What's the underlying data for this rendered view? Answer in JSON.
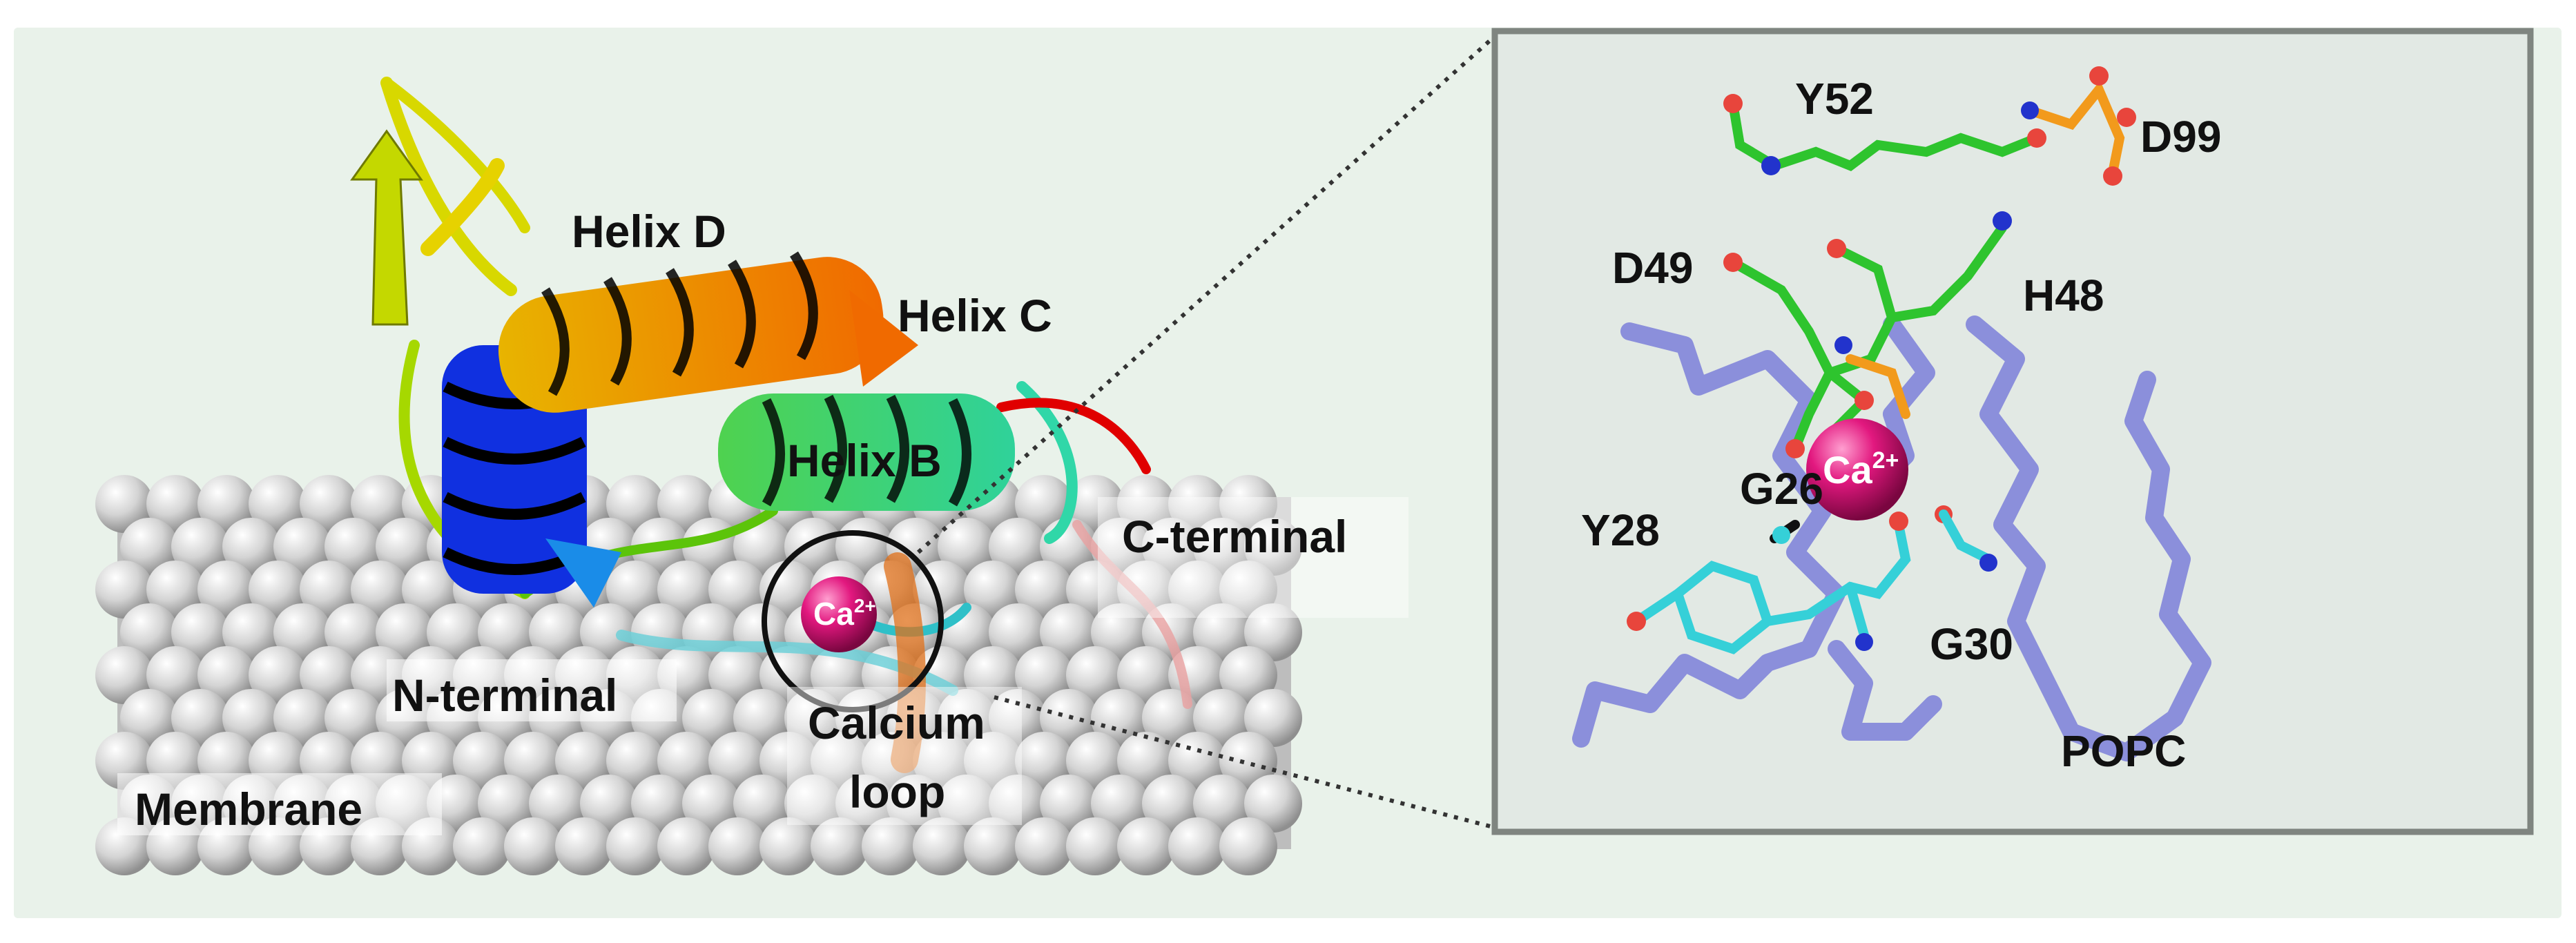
{
  "figure": {
    "ion": {
      "label": "Ca",
      "charge": "2+"
    },
    "left_panel": {
      "helix_d": "Helix D",
      "helix_c": "Helix C",
      "helix_b": "Helix B",
      "c_terminal": "C-terminal",
      "n_terminal": "N-terminal",
      "calcium_loop_line1": "Calcium",
      "calcium_loop_line2": "loop",
      "membrane": "Membrane"
    },
    "right_panel": {
      "y52": "Y52",
      "d99": "D99",
      "d49": "D49",
      "h48": "H48",
      "g26": "G26",
      "y28": "Y28",
      "g30": "G30",
      "popc": "POPC"
    },
    "colors": {
      "panel_bg": "#e9f2ea",
      "membrane_sphere": "#d9d9d9",
      "calcium": "#e2187f",
      "lipid": "#8b8fdb",
      "residue_green": "#2ec42e",
      "residue_orange": "#f29a1c",
      "residue_cyan": "#35d0d8",
      "oxygen": "#e8453c",
      "nitrogen": "#2233cc"
    }
  }
}
